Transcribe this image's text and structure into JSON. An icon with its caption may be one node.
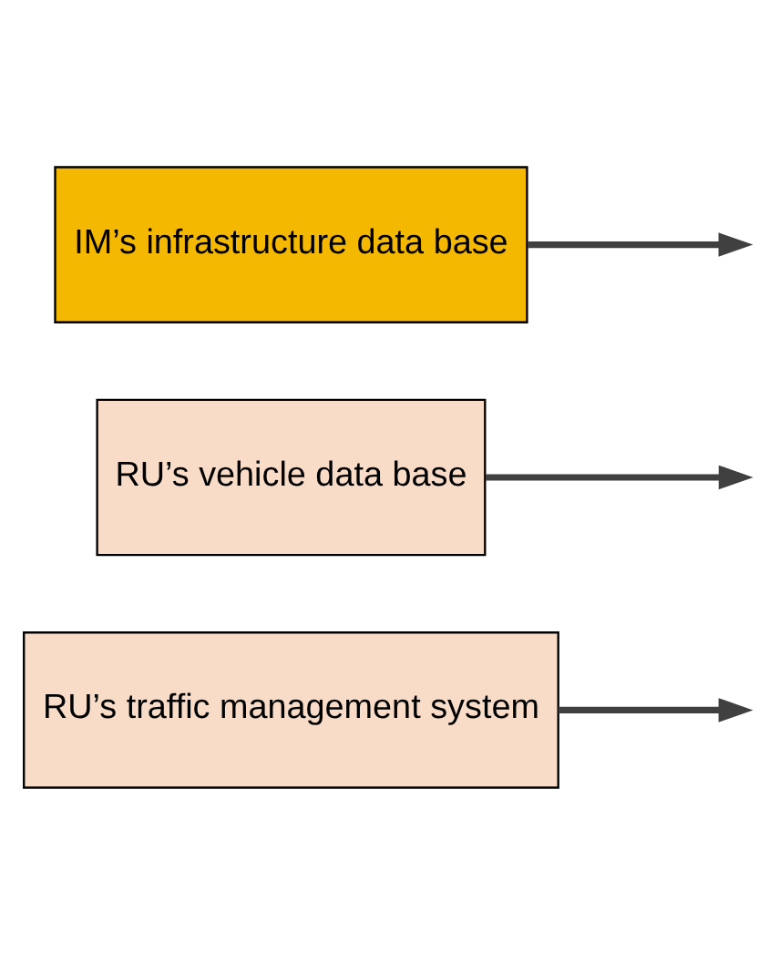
{
  "diagram": {
    "nodes": [
      {
        "text": [
          "RU’s traffic management system"
        ]
      },
      {
        "text": [
          "RU’s vehicle data base"
        ]
      },
      {
        "text": [
          "IM’s infrastructure data base"
        ]
      }
    ],
    "edges": [
      {
        "from": 0,
        "to": null,
        "arrow": "to"
      },
      {
        "from": 1,
        "to": null,
        "arrow": "to"
      },
      {
        "from": 2,
        "to": null,
        "arrow": "to"
      }
    ]
  }
}
